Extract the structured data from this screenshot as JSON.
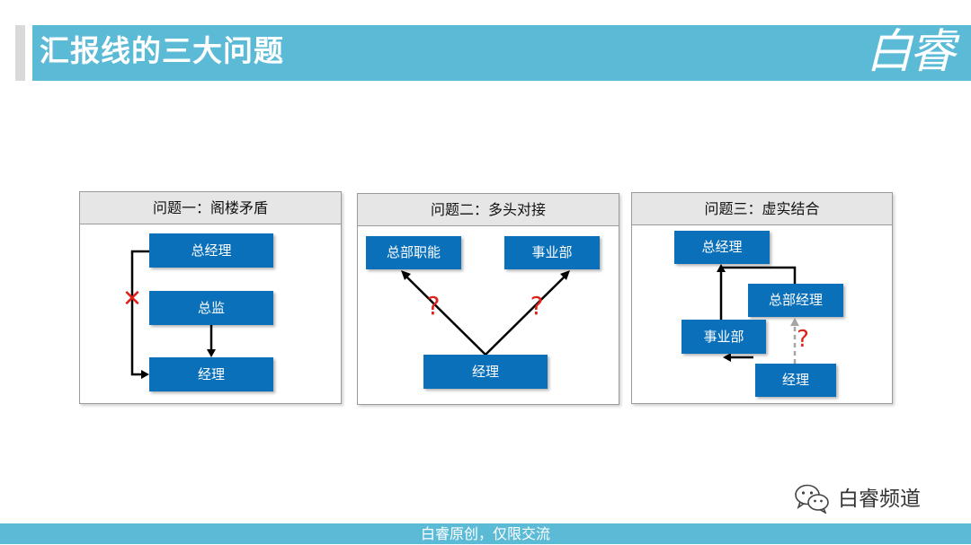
{
  "header": {
    "title": "汇报线的三大问题",
    "logo": "白睿"
  },
  "panels": [
    {
      "title": "问题一：阁楼矛盾",
      "boxes": [
        "总经理",
        "总监",
        "经理"
      ],
      "mark": "✕"
    },
    {
      "title": "问题二：多头对接",
      "boxes": [
        "总部职能",
        "事业部",
        "经理"
      ],
      "marks": [
        "?",
        "?"
      ]
    },
    {
      "title": "问题三：虚实结合",
      "boxes": [
        "总经理",
        "总部经理",
        "事业部",
        "经理"
      ],
      "mark": "?"
    }
  ],
  "watermark": {
    "icon": "wechat-icon",
    "label": "白睿频道"
  },
  "footer": {
    "text": "白睿原创，仅限交流"
  },
  "colors": {
    "accent": "#5bbad6",
    "box": "#0a70ba",
    "warning": "#e0201b"
  }
}
